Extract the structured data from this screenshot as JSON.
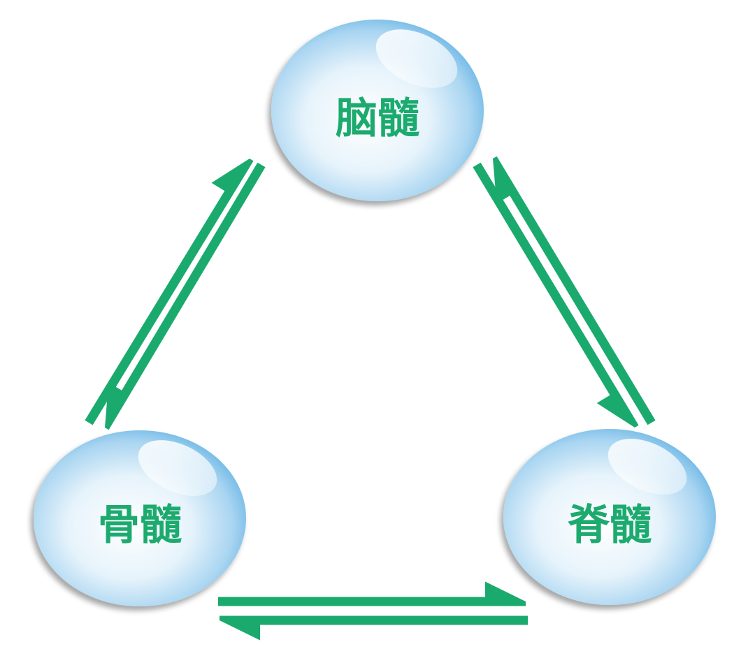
{
  "colors": {
    "arrow": "#1aaa6e",
    "label": "#1aaa6e",
    "sphere_light": "#ffffff",
    "sphere_mid": "#bfe0f5",
    "sphere_dark": "#5fb0e2",
    "sphere_rim": "#2f8fd0"
  },
  "nodes": {
    "top": {
      "label": "脑髓"
    },
    "left": {
      "label": "骨髓"
    },
    "right": {
      "label": "脊髓"
    }
  }
}
